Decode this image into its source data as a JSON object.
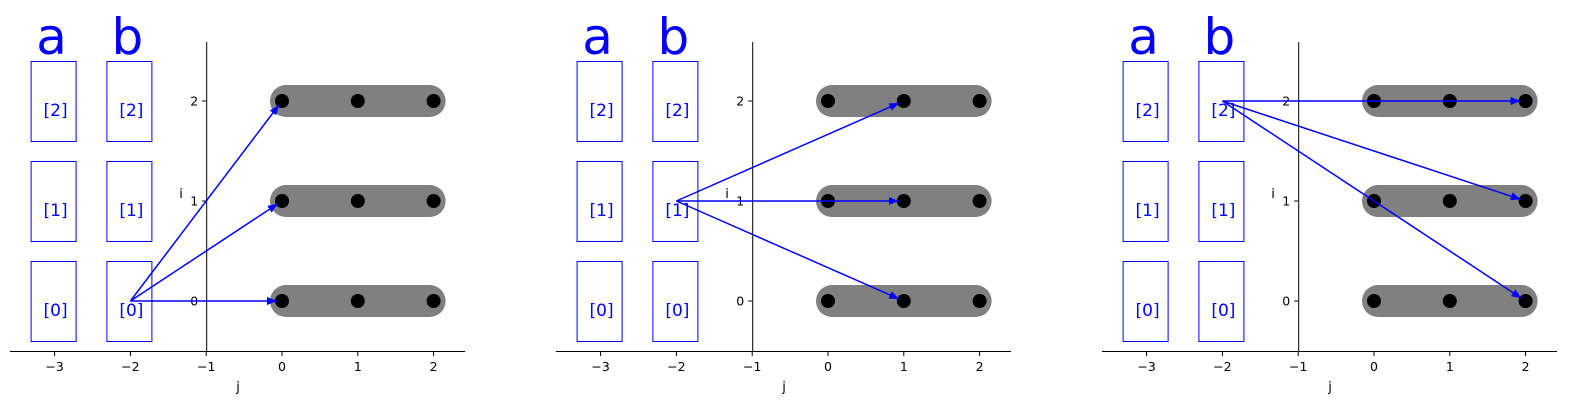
{
  "colors": {
    "accent": "#0000ff",
    "bar": "#808080",
    "dot": "#000000",
    "axis": "#000000"
  },
  "column_labels": [
    "a",
    "b"
  ],
  "cell_labels": [
    "[0]",
    "[1]",
    "[2]"
  ],
  "axes": {
    "xlabel": "j",
    "ylabel": "i",
    "xticks": [
      -3,
      -2,
      -1,
      0,
      1,
      2
    ],
    "xtick_labels": [
      "−3",
      "−2",
      "−1",
      "0",
      "1",
      "2"
    ],
    "yticks": [
      0,
      1,
      2
    ],
    "ytick_labels": [
      "0",
      "1",
      "2"
    ],
    "xlim": [
      -3.6,
      2.4
    ],
    "ylim": [
      -0.5,
      2.6
    ]
  },
  "grid_points": {
    "rows": [
      0,
      1,
      2
    ],
    "cols": [
      0,
      1,
      2
    ]
  },
  "panels": [
    {
      "source": [
        -2,
        0
      ],
      "targets": [
        [
          0,
          0
        ],
        [
          0,
          1
        ],
        [
          0,
          2
        ]
      ]
    },
    {
      "source": [
        -2,
        1
      ],
      "targets": [
        [
          1,
          2
        ],
        [
          1,
          1
        ],
        [
          1,
          0
        ]
      ]
    },
    {
      "source": [
        -2,
        2
      ],
      "targets": [
        [
          2,
          2
        ],
        [
          2,
          1
        ],
        [
          2,
          0
        ]
      ]
    }
  ]
}
